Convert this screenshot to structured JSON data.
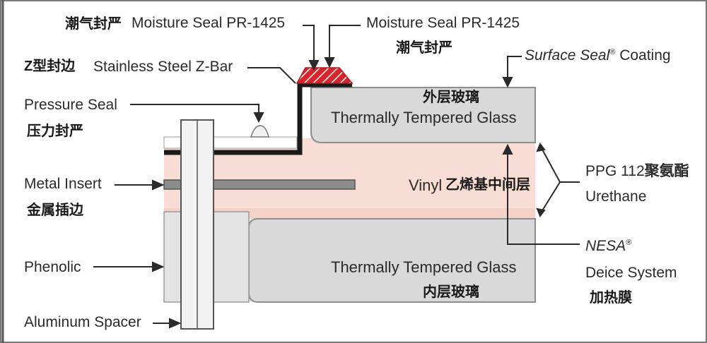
{
  "colors": {
    "glass": "#d9d9d9",
    "glass_edge": "#8c8c8c",
    "vinyl": "#f7ddd3",
    "zbar": "#1a1a1a",
    "moisture_seal": "#d9242b",
    "phenolic": "#e3e3e3",
    "spacer": "#f2f2f2",
    "border": "#6f6f6f"
  },
  "labels": {
    "moisture_seal_left_zh": "潮气封严",
    "moisture_seal_left": "Moisture Seal PR-1425",
    "moisture_seal_right": "Moisture Seal PR-1425",
    "moisture_seal_right_zh": "潮气封严",
    "surface_seal_italic": "Surface Seal",
    "surface_seal_mark": "®",
    "surface_seal_rest": " Coating",
    "zbar_zh": "Z型封边",
    "zbar": "Stainless Steel Z-Bar",
    "pressure_seal": "Pressure Seal",
    "pressure_seal_zh": "压力封严",
    "outer_glass_zh": "外层玻璃",
    "outer_glass": "Thermally Tempered Glass",
    "vinyl": "Vinyl",
    "vinyl_zh": "乙烯基中间层",
    "ppg_prefix": "PPG 112",
    "ppg_zh": "聚氨酯",
    "urethane": "Urethane",
    "metal_insert": "Metal Insert",
    "metal_insert_zh": "金属插边",
    "nesa_italic": "NESA",
    "nesa_mark": "®",
    "deice": "Deice System",
    "deice_zh": "加热膜",
    "phenolic": "Phenolic",
    "inner_glass": "Thermally Tempered Glass",
    "inner_glass_zh": "内层玻璃",
    "aluminum_spacer": "Aluminum Spacer"
  }
}
